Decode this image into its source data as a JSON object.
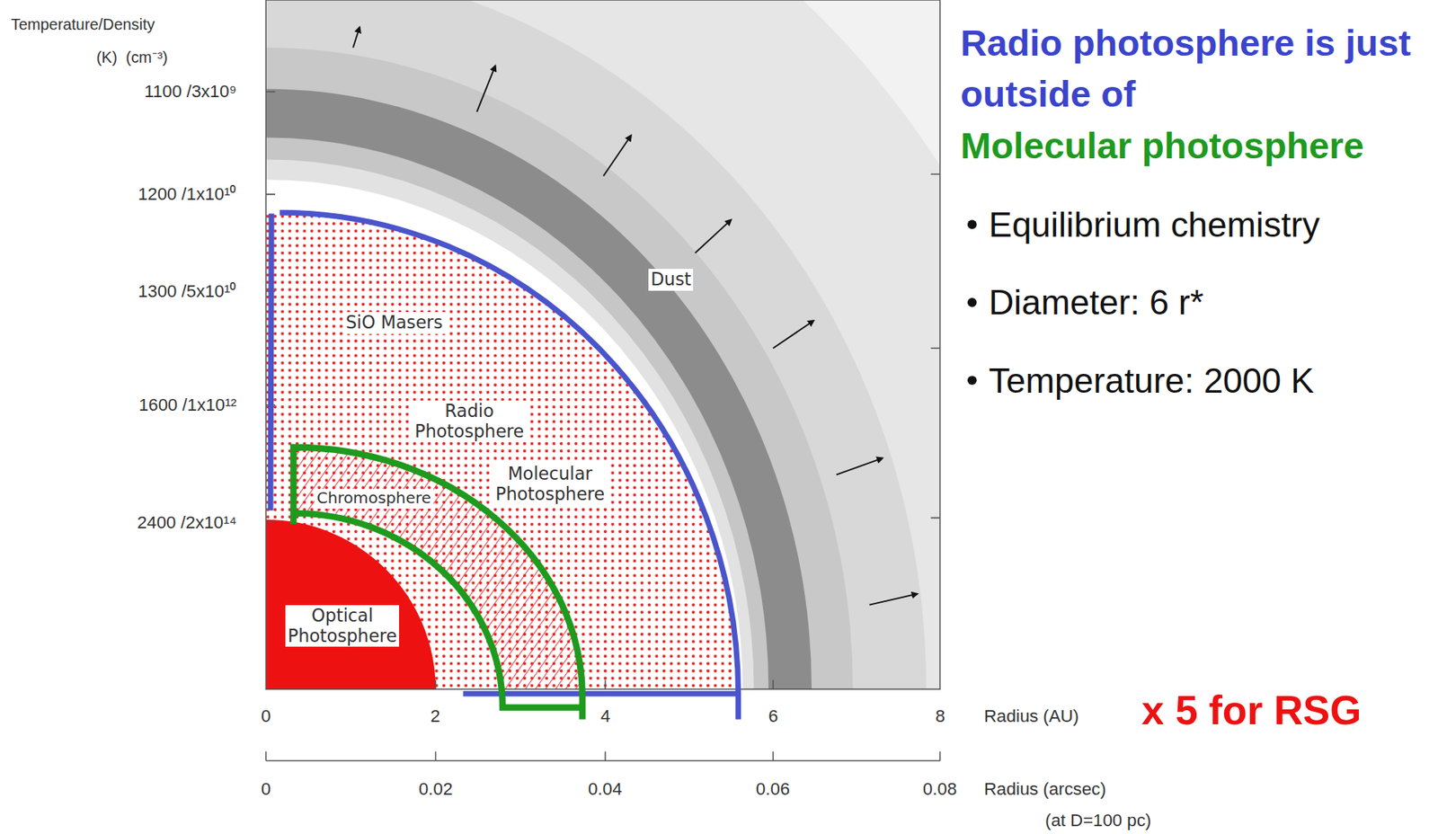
{
  "diagram": {
    "nodes": [
      {
        "text": [
          "Dust"
        ]
      },
      {
        "text": [
          "SiO Masers"
        ]
      },
      {
        "text": [
          "Radio Photosphere"
        ]
      },
      {
        "text": [
          "Chromosphere"
        ]
      },
      {
        "text": [
          "Molecular Photosphere"
        ]
      },
      {
        "text": [
          "Optical Photosphere"
        ]
      }
    ],
    "labels": [
      "Temperature/Density",
      "(K)  (cm⁻³)",
      "1100 /3x10⁹",
      "1200 /1x10¹⁰",
      "1300 /5x10¹⁰",
      "1600 /1x10¹²",
      "2400 /2x10¹⁴",
      "Radio photosphere is just outside of",
      "Molecular photosphere",
      "Equilibrium chemistry",
      "Diameter: 6 r*",
      "Temperature: 2000 K",
      "0",
      "2",
      "4",
      "6",
      "8",
      "Radius (AU)",
      "x 5 for RSG",
      "0",
      "0.02",
      "0.04",
      "0.06",
      "0.08",
      "Radius (arcsec)",
      "(at D=100 pc)"
    ]
  }
}
